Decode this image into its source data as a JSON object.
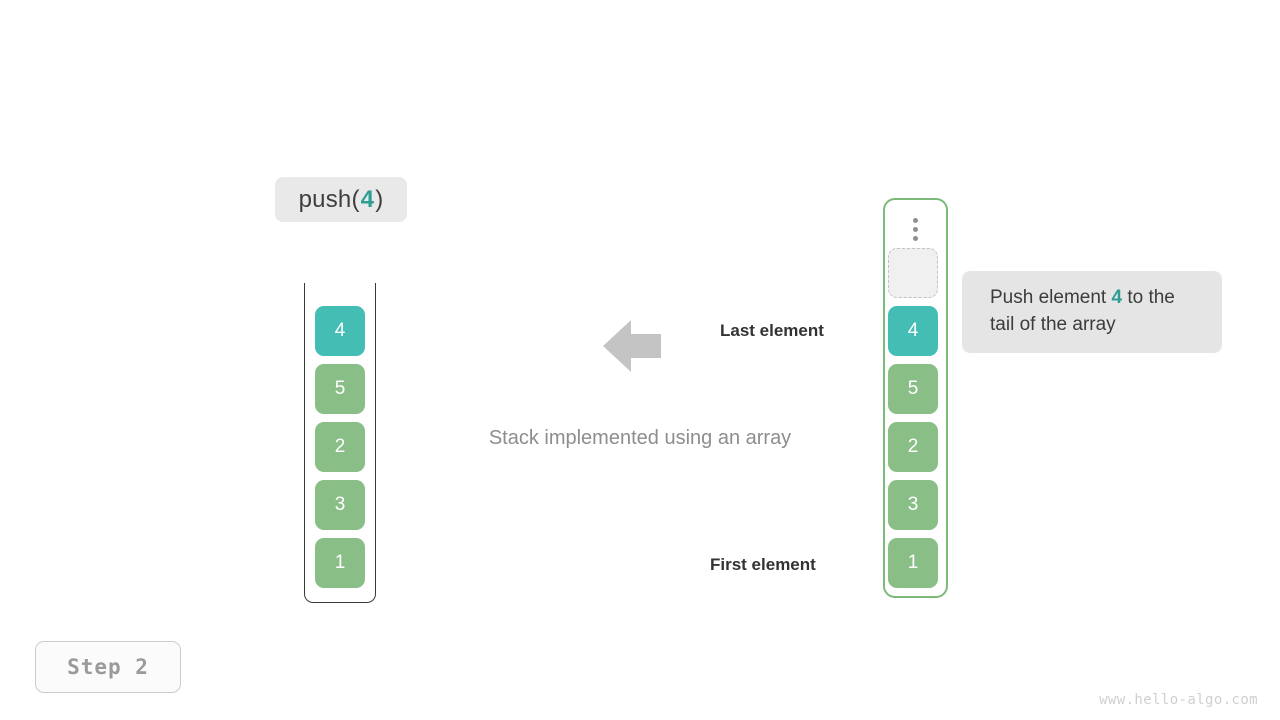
{
  "operation": {
    "name": "push",
    "open_paren": "(",
    "arg": "4",
    "close_paren": ")"
  },
  "left_stack": {
    "caption": "Stack implemented using an array",
    "cells": [
      {
        "value": "4",
        "color": "teal",
        "hex": "#44bdb5"
      },
      {
        "value": "5",
        "color": "green",
        "hex": "#89bf87"
      },
      {
        "value": "2",
        "color": "green",
        "hex": "#89bf87"
      },
      {
        "value": "3",
        "color": "green",
        "hex": "#89bf87"
      },
      {
        "value": "1",
        "color": "green",
        "hex": "#89bf87"
      }
    ]
  },
  "right_array": {
    "ellipsis_icon": "vertical-ellipsis-icon",
    "border_color": "#7cba79",
    "empty_slot": {
      "value": "",
      "color": "empty"
    },
    "cells": [
      {
        "value": "4",
        "color": "teal",
        "hex": "#44bdb5"
      },
      {
        "value": "5",
        "color": "green",
        "hex": "#89bf87"
      },
      {
        "value": "2",
        "color": "green",
        "hex": "#89bf87"
      },
      {
        "value": "3",
        "color": "green",
        "hex": "#89bf87"
      },
      {
        "value": "1",
        "color": "green",
        "hex": "#89bf87"
      }
    ]
  },
  "annotations": {
    "last_element": "Last element",
    "first_element": "First element",
    "arrow_icon": "arrow-left-icon",
    "arrow_color": "#c4c4c4"
  },
  "tooltip": {
    "text_before": "Push element ",
    "highlight": "4",
    "text_after": " to the tail of the array",
    "accent": "#2e9e92",
    "background": "#e5e5e5"
  },
  "step": {
    "label": "Step  2"
  },
  "watermark": {
    "text": "www.hello-algo.com"
  }
}
